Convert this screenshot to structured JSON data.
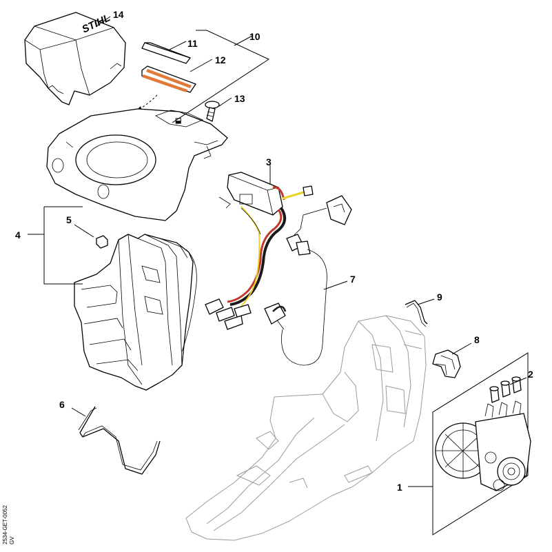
{
  "brand_text": "STIHL",
  "drawing_code": "2534-GET-0052",
  "drawing_suffix": "GV",
  "callouts": [
    {
      "id": "14",
      "label": "14"
    },
    {
      "id": "11",
      "label": "11"
    },
    {
      "id": "10",
      "label": "10"
    },
    {
      "id": "12",
      "label": "12"
    },
    {
      "id": "13",
      "label": "13"
    },
    {
      "id": "3",
      "label": "3"
    },
    {
      "id": "5",
      "label": "5"
    },
    {
      "id": "4",
      "label": "4"
    },
    {
      "id": "7",
      "label": "7"
    },
    {
      "id": "9",
      "label": "9"
    },
    {
      "id": "8",
      "label": "8"
    },
    {
      "id": "2",
      "label": "2"
    },
    {
      "id": "6",
      "label": "6"
    },
    {
      "id": "1",
      "label": "1"
    }
  ],
  "colors": {
    "decal_stripe": "#e07a3a",
    "wire_red": "#c0392b",
    "wire_yellow": "#e8d22a",
    "wire_black": "#1a1a1a",
    "housing_outline": "#9a9a9a"
  }
}
